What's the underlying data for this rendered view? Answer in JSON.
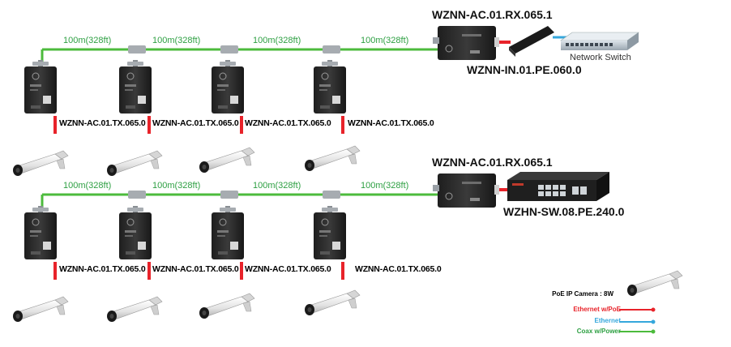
{
  "colors": {
    "coax": "#4cbb3c",
    "poe": "#e8232a",
    "ethernet": "#35a7dc",
    "legend_poe": "#e8232a",
    "legend_eth": "#35a7dc",
    "legend_coax": "#2ea043"
  },
  "row1": {
    "segments": [
      "100m(328ft)",
      "100m(328ft)",
      "100m(328ft)",
      "100m(328ft)"
    ],
    "tx_labels": [
      "WZNN-AC.01.TX.065.0",
      "WZNN-AC.01.TX.065.0",
      "WZNN-AC.01.TX.065.0",
      "WZNN-AC.01.TX.065.0"
    ],
    "rx_label": "WZNN-AC.01.RX.065.1",
    "injector_label": "WZNN-IN.01.PE.060.0",
    "switch_label": "Network Switch"
  },
  "row2": {
    "segments": [
      "100m(328ft)",
      "100m(328ft)",
      "100m(328ft)",
      "100m(328ft)"
    ],
    "tx_labels": [
      "WZNN-AC.01.TX.065.0",
      "WZNN-AC.01.TX.065.0",
      "WZNN-AC.01.TX.065.0",
      "WZNN-AC.01.TX.065.0"
    ],
    "rx_label": "WZNN-AC.01.RX.065.1",
    "poe_switch_label": "WZHN-SW.08.PE.240.0"
  },
  "legend": {
    "camera": "PoE IP Camera : 8W",
    "poe": "Ethernet w/PoE",
    "ethernet": "Ethernet",
    "coax": "Coax w/Power"
  }
}
